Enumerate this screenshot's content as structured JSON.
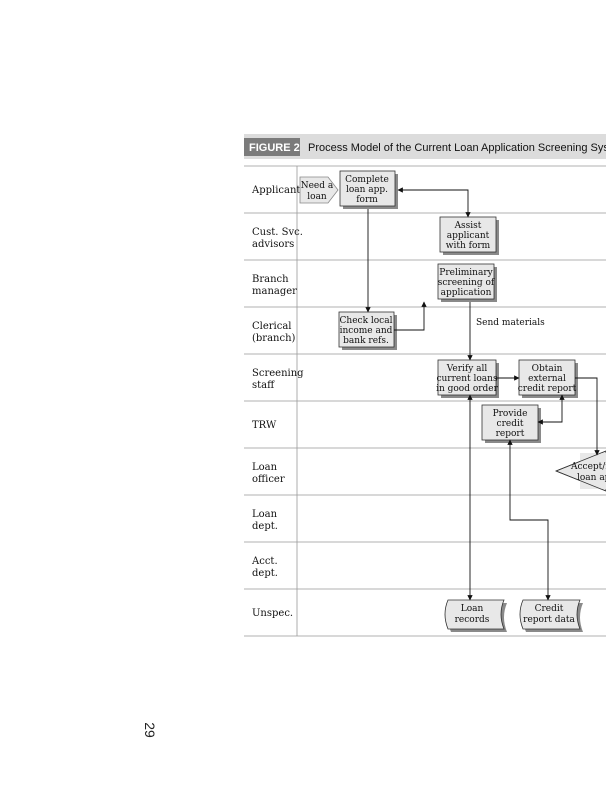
{
  "page_number": "29",
  "figure": {
    "label": "FIGURE 2",
    "title": "Process Model of the Current Loan Application Screening System"
  },
  "lanes": [
    {
      "line1": "Applicant",
      "line2": ""
    },
    {
      "line1": "Cust. Svc.",
      "line2": "advisors"
    },
    {
      "line1": "Branch",
      "line2": "manager"
    },
    {
      "line1": "Clerical",
      "line2": "(branch)"
    },
    {
      "line1": "Screening",
      "line2": "staff"
    },
    {
      "line1": "TRW",
      "line2": ""
    },
    {
      "line1": "Loan",
      "line2": "officer"
    },
    {
      "line1": "Loan",
      "line2": "dept."
    },
    {
      "line1": "Acct.",
      "line2": "dept."
    },
    {
      "line1": "Unspec.",
      "line2": ""
    }
  ],
  "nodes": {
    "need_loan": [
      "Need a",
      "loan"
    ],
    "complete_form": [
      "Complete",
      "loan app.",
      "form"
    ],
    "assist": [
      "Assist",
      "applicant",
      "with form"
    ],
    "preliminary": [
      "Preliminary",
      "screening of",
      "application"
    ],
    "check_local": [
      "Check local",
      "income and",
      "bank refs."
    ],
    "verify": [
      "Verify all",
      "current loans",
      "in good order"
    ],
    "obtain": [
      "Obtain",
      "external",
      "credit report"
    ],
    "provide": [
      "Provide",
      "credit",
      "report"
    ],
    "accept": [
      "Accept/re",
      "loan ap"
    ],
    "loan_records": [
      "Loan",
      "records"
    ],
    "credit_data": [
      "Credit",
      "report data"
    ]
  },
  "annotations": {
    "send_materials": "Send materials"
  },
  "colors": {
    "header_bg": "#dcdcdc",
    "label_bg": "#7b7b7b",
    "box_fill": "#e8e8e8",
    "shadow": "#8a8a8a",
    "line": "#111111"
  }
}
